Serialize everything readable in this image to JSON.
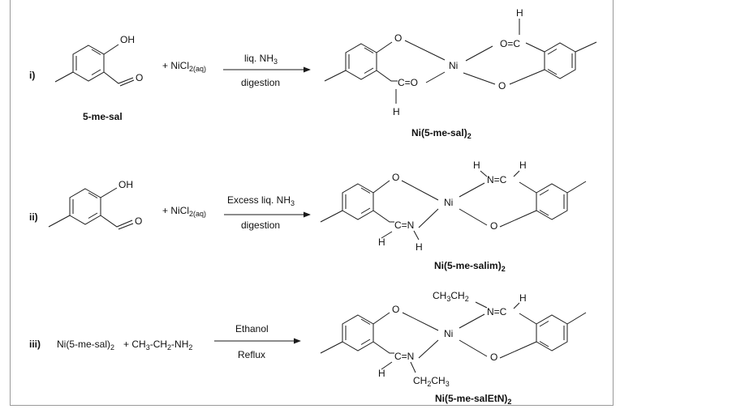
{
  "colors": {
    "line": "#1a1a1a",
    "text": "#111111",
    "frame": "#9a9a9a"
  },
  "reactions": [
    {
      "label": "i)",
      "reactant_name": "5-me-sal",
      "reactant_atoms": {
        "oh": "OH",
        "o": "O"
      },
      "plus": "+ NiCl",
      "reagent_sub": "2(aq)",
      "arrow_top": "liq. NH",
      "arrow_top_sub": "3",
      "arrow_bottom": "digestion",
      "product_name": "Ni(5-me-sal)",
      "product_sub": "2",
      "product_atoms": {
        "ni": "Ni",
        "o": "O",
        "co": "C=O",
        "oc": "O=C",
        "h": "H"
      }
    },
    {
      "label": "ii)",
      "reactant_atoms": {
        "oh": "OH",
        "o": "O"
      },
      "plus": "+ NiCl",
      "reagent_sub": "2(aq)",
      "arrow_top": "Excess liq. NH",
      "arrow_top_sub": "3",
      "arrow_bottom": "digestion",
      "product_name": "Ni(5-me-salim)",
      "product_sub": "2",
      "product_atoms": {
        "ni": "Ni",
        "o": "O",
        "cn": "C=N",
        "nc": "N=C",
        "h": "H"
      }
    },
    {
      "label": "iii)",
      "reactant_text": "Ni(5-me-sal)",
      "reactant_sub": "2",
      "plus": "+ CH",
      "amine_parts": [
        "3",
        "-CH",
        "2",
        "-NH",
        "2"
      ],
      "arrow_top": "Ethanol",
      "arrow_bottom": "Reflux",
      "product_name": "Ni(5-me-salEtN)",
      "product_sub": "2",
      "product_atoms": {
        "ni": "Ni",
        "o": "O",
        "cn": "C=N",
        "nc": "N=C",
        "h": "H",
        "ch3": "CH",
        "ch2": "CH",
        "sub3": "3",
        "sub2": "2"
      }
    }
  ]
}
